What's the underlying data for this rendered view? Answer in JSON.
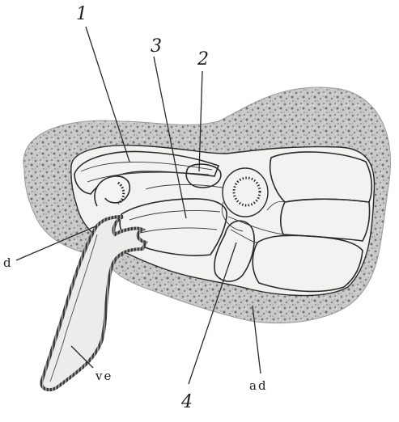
{
  "figure": {
    "labels": {
      "l1": "1",
      "l2": "2",
      "l3": "3",
      "l4": "4",
      "d": "d",
      "ve": "ve",
      "ad": "ad"
    }
  }
}
